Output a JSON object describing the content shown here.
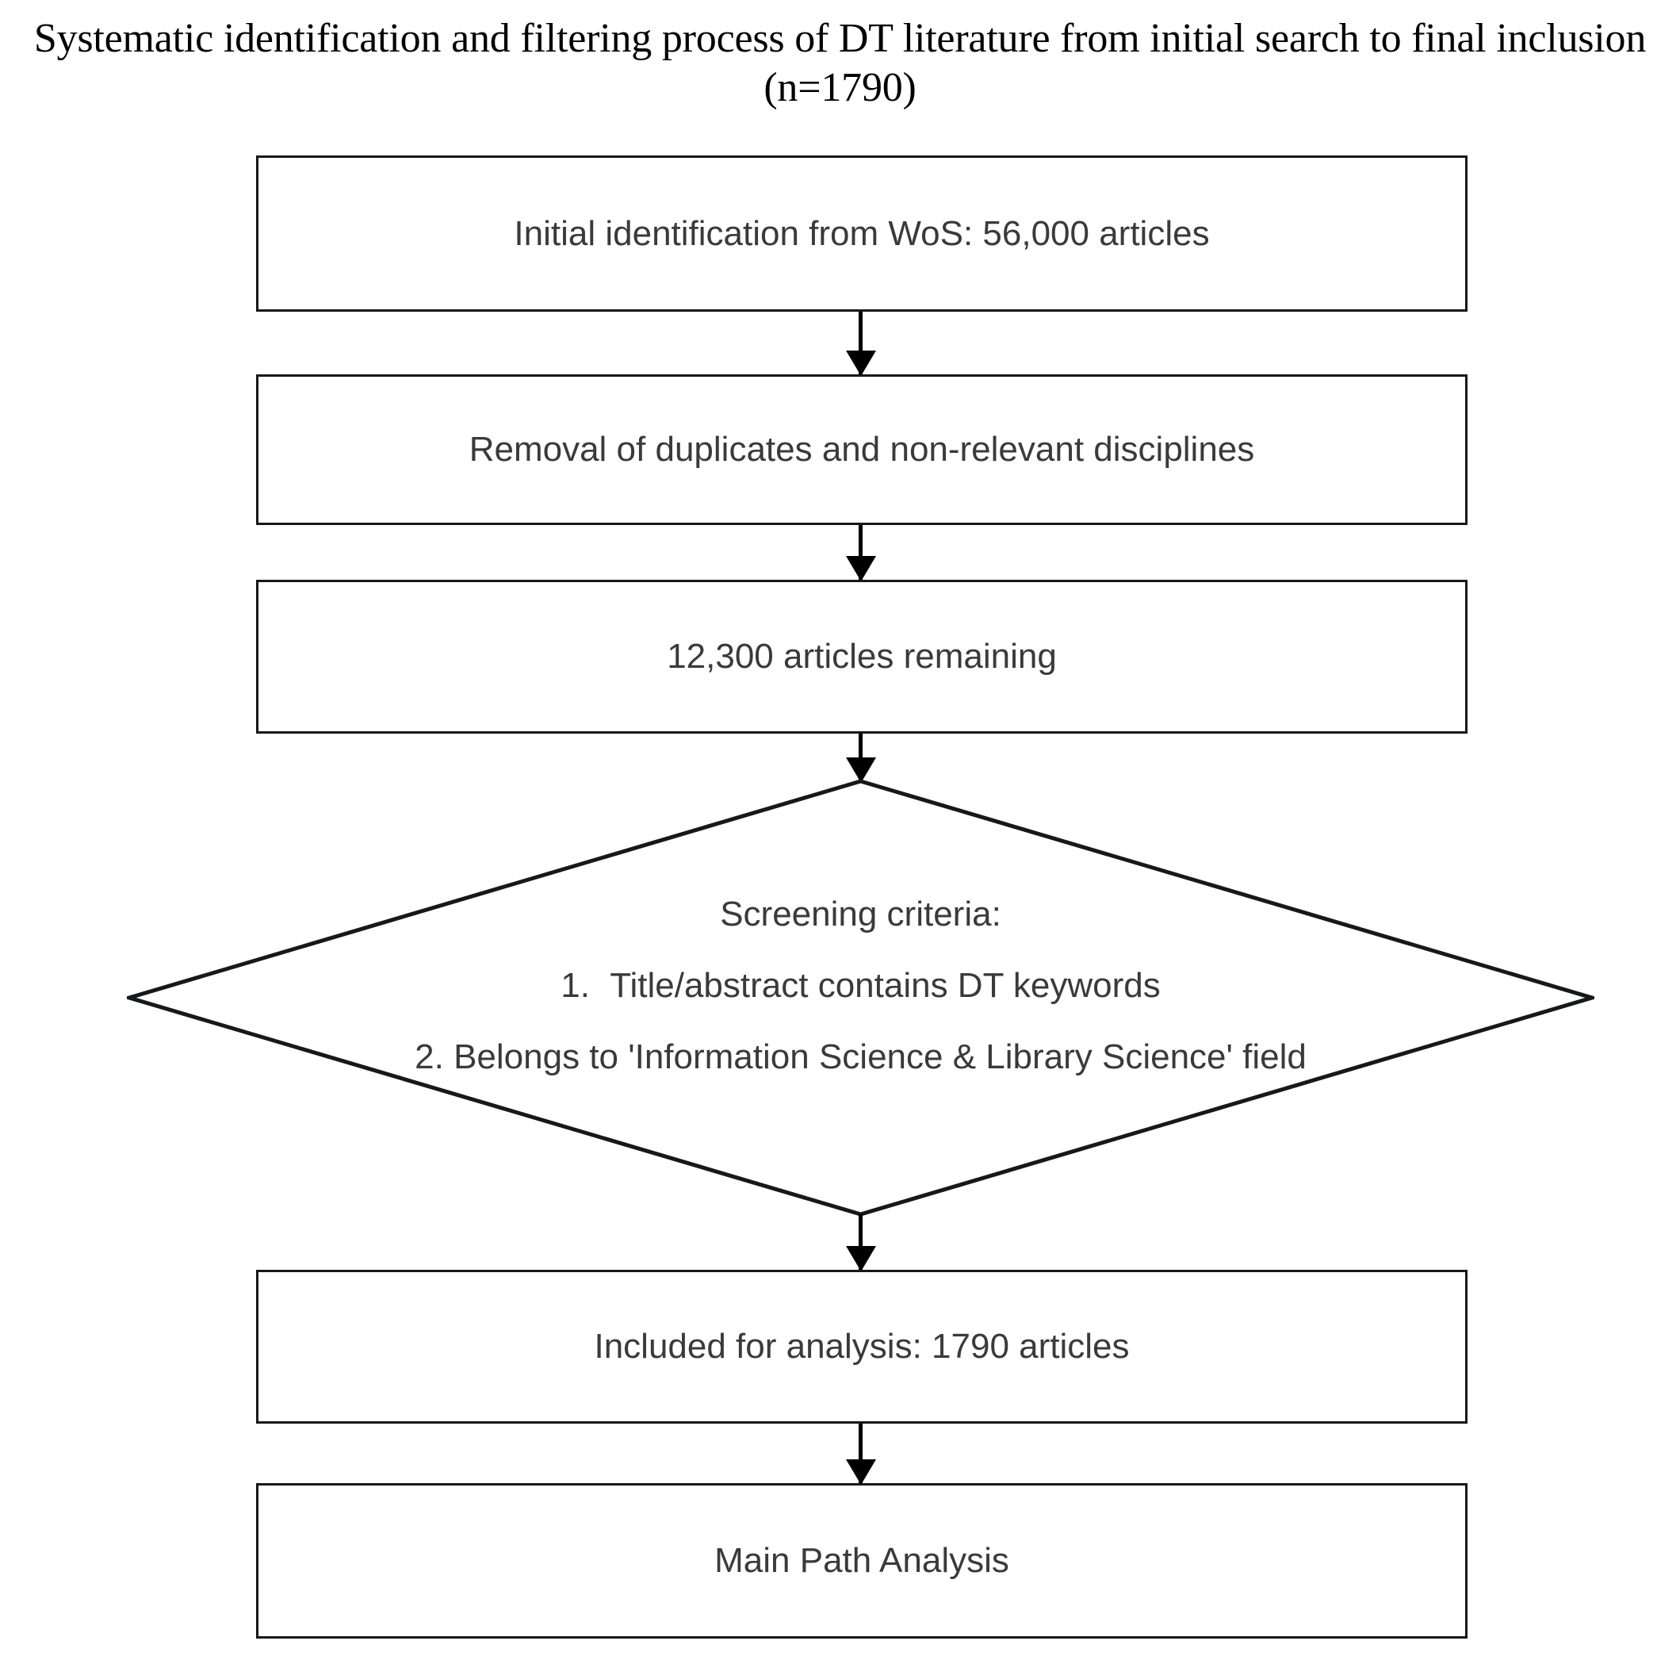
{
  "title": "Systematic identification and filtering process of DT literature from initial search to final inclusion (n=1790)",
  "flow": {
    "nodes": [
      {
        "id": "initial",
        "shape": "process",
        "label": "Initial identification from WoS: 56,000 articles"
      },
      {
        "id": "removal",
        "shape": "process",
        "label": "Removal of duplicates and non-relevant disciplines"
      },
      {
        "id": "remaining",
        "shape": "process",
        "label": "12,300 articles remaining"
      },
      {
        "id": "screening",
        "shape": "decision",
        "label": "Screening criteria:"
      },
      {
        "id": "included",
        "shape": "process",
        "label": "Included for analysis: 1790 articles"
      },
      {
        "id": "mainpath",
        "shape": "process",
        "label": "Main Path Analysis"
      }
    ],
    "decision": {
      "heading": "Screening criteria:",
      "criteria": [
        {
          "number": "1.",
          "text": "Title/abstract contains DT keywords"
        },
        {
          "number": "2.",
          "text": "Belongs to 'Information Science & Library Science' field"
        }
      ]
    },
    "edges": [
      {
        "from": "initial",
        "to": "removal",
        "marker": "arrow-down"
      },
      {
        "from": "removal",
        "to": "remaining",
        "marker": "arrow-down"
      },
      {
        "from": "remaining",
        "to": "screening",
        "marker": "arrow-down"
      },
      {
        "from": "screening",
        "to": "included",
        "marker": "arrow-down"
      },
      {
        "from": "included",
        "to": "mainpath",
        "marker": "arrow-down"
      }
    ]
  },
  "style": {
    "background": "#ffffff",
    "border_color": "#17181a",
    "text_color": "#3a3a3a",
    "title_color": "#000000",
    "arrow_color": "#000000"
  }
}
